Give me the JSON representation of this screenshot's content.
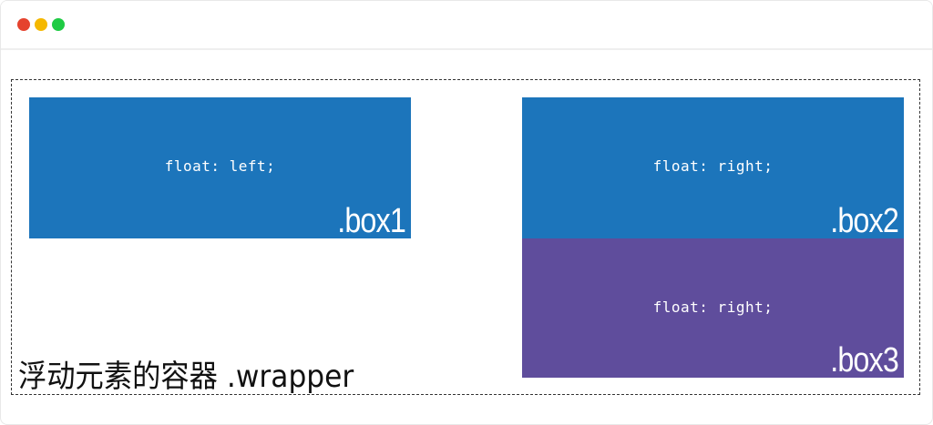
{
  "window": {
    "controls": [
      {
        "name": "close",
        "color": "#e5432e"
      },
      {
        "name": "minimize",
        "color": "#f5b800"
      },
      {
        "name": "maximize",
        "color": "#1fcb44"
      }
    ]
  },
  "wrapper": {
    "label": "浮动元素的容器 .wrapper"
  },
  "boxes": [
    {
      "name": ".box1",
      "code": "float: left;",
      "color": "#1c75bb"
    },
    {
      "name": ".box2",
      "code": "float: right;",
      "color": "#1c75bb"
    },
    {
      "name": ".box3",
      "code": "float: right;",
      "color": "#5f4d9c"
    }
  ]
}
